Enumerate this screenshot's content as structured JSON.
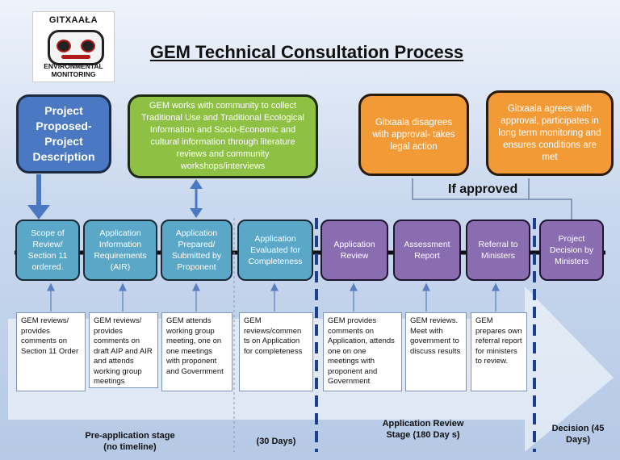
{
  "logo": {
    "org": "GITXAAŁA",
    "sub": "ENVIRONMENTAL MONITORING"
  },
  "title": "GEM Technical Consultation Process",
  "top_boxes": {
    "project": "Project Proposed- Project Description",
    "gem_collect": "GEM works with community to collect Traditional Use and Traditional Ecological Information and Socio-Economic and cultural information through literature reviews and community workshops/interviews",
    "disagree": "Gitxaala disagrees with approval- takes legal action",
    "agree": "Gitxaala agrees with approval, participates in long term monitoring and ensures conditions are met"
  },
  "if_approved": "If approved",
  "steps": [
    "Scope of Review/ Section 11 ordered.",
    "Application Information Requirements (AIR)",
    "Application Prepared/ Submitted by Proponent",
    "Application Evaluated for Completeness",
    "Application Review",
    "Assessment Report",
    "Referral to Ministers",
    "Project Decision by Ministers"
  ],
  "notes": [
    "GEM reviews/ provides comments on Section 11 Order",
    "GEM reviews/ provides comments on draft AIP and AIR and attends working group meetings",
    "GEM attends working group meeting, one on one meetings with proponent and Government",
    "GEM reviews/commen ts on Application for completeness",
    "GEM provides comments on Application, attends one on one meetings with proponent and Government",
    "GEM reviews. Meet with government to discuss results",
    "GEM prepares own referral report for ministers to review."
  ],
  "stages": {
    "pre": "Pre-application stage (no timeline)",
    "thirty": "(30 Days)",
    "review": "Application Review Stage (180 Day s)",
    "decision": "Decision (45 Days)"
  },
  "colors": {
    "project": "#4a78c2",
    "green": "#8ec044",
    "orange": "#f19a36",
    "teal": "#5aa7c7",
    "purple": "#8a6cb0",
    "dashed": "#1f3f8a"
  }
}
